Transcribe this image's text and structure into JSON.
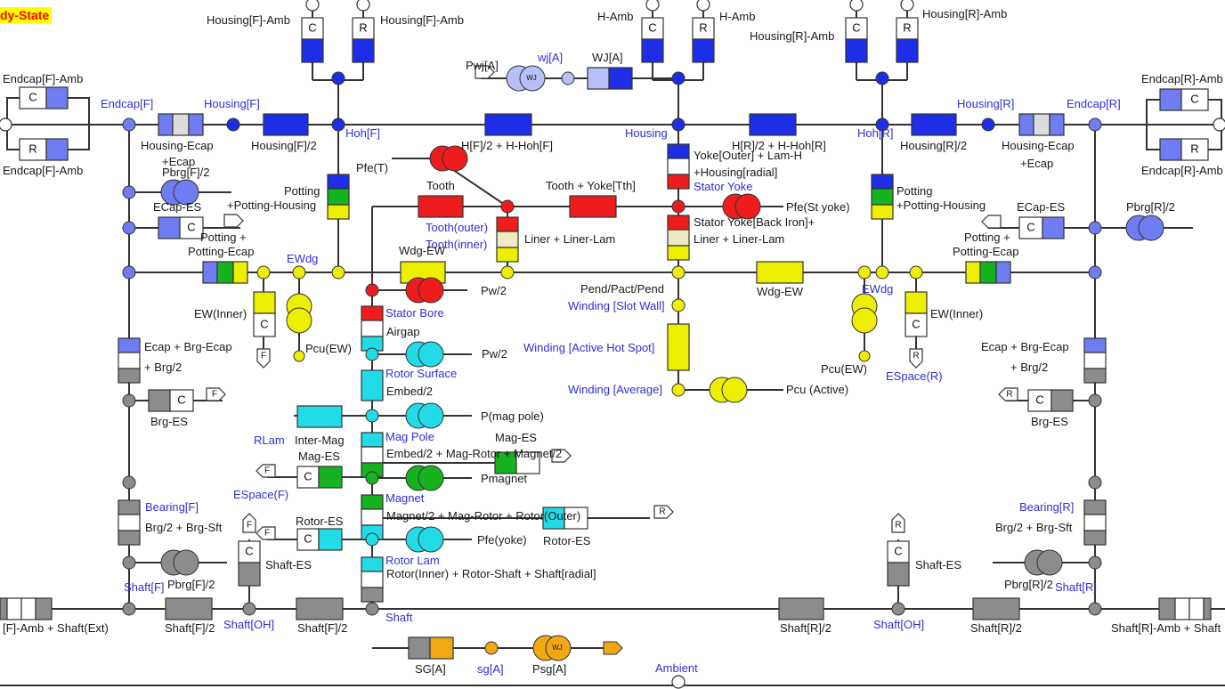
{
  "title": "dy-State",
  "colors": {
    "red": "#ee1c1c",
    "blue": "#1d2ee6",
    "lightblue": "#6f7cf2",
    "pale": "#b8bff6",
    "cyan": "#22dbe6",
    "green": "#16b21f",
    "yellow": "#eeee00",
    "lightyellow": "#efe8c4",
    "grey": "#8c8c8c",
    "lightgrey": "#dcdcdc",
    "orange": "#f2a812"
  },
  "labels": [
    {
      "id": "housing-f-amb-1",
      "text": "Housing[F]-Amb"
    },
    {
      "id": "housing-f-amb-2",
      "text": "Housing[F]-Amb"
    },
    {
      "id": "h-amb-1",
      "text": "H-Amb"
    },
    {
      "id": "h-amb-2",
      "text": "H-Amb"
    },
    {
      "id": "housing-r-amb-1",
      "text": "Housing[R]-Amb"
    },
    {
      "id": "housing-r-amb-2",
      "text": "Housing[R]-Amb"
    },
    {
      "id": "endcap-f-amb-1",
      "text": "Endcap[F]-Amb"
    },
    {
      "id": "endcap-f-amb-2",
      "text": "Endcap[F]-Amb"
    },
    {
      "id": "endcap-r-amb-1",
      "text": "Endcap[R]-Amb"
    },
    {
      "id": "endcap-r-amb-2",
      "text": "Endcap[R]-Amb"
    },
    {
      "id": "pwj-a",
      "text": "Pwj[A]"
    },
    {
      "id": "wj-a-node",
      "text": "wj[A]",
      "node": true
    },
    {
      "id": "wj-a",
      "text": "WJ[A]"
    },
    {
      "id": "endcap-f-node",
      "text": "Endcap[F]",
      "node": true
    },
    {
      "id": "housing-f-node",
      "text": "Housing[F]",
      "node": true
    },
    {
      "id": "housing-r-node",
      "text": "Housing[R]",
      "node": true
    },
    {
      "id": "endcap-r-node",
      "text": "Endcap[R]",
      "node": true
    },
    {
      "id": "housing-ecap-f",
      "text": "Housing-Ecap"
    },
    {
      "id": "ecap-f",
      "text": "+Ecap"
    },
    {
      "id": "housing-f-half",
      "text": "Housing[F]/2"
    },
    {
      "id": "hoh-f",
      "text": "Hoh[F]",
      "node": true
    },
    {
      "id": "hf-hohf",
      "text": "H[F]/2 + H-Hoh[F]"
    },
    {
      "id": "housing-node",
      "text": "Housing",
      "node": true
    },
    {
      "id": "hr-hohr",
      "text": "H[R]/2 + H-Hoh[R]"
    },
    {
      "id": "hoh-r",
      "text": "Hoh[R]",
      "node": true
    },
    {
      "id": "housing-r-half",
      "text": "Housing[R]/2"
    },
    {
      "id": "housing-ecap-r",
      "text": "Housing-Ecap"
    },
    {
      "id": "ecap-r",
      "text": "+Ecap"
    },
    {
      "id": "pbrg-f-half",
      "text": "Pbrg[F]/2"
    },
    {
      "id": "ecap-es-f",
      "text": "ECap-ES"
    },
    {
      "id": "potting-ecap-f-1",
      "text": "Potting +"
    },
    {
      "id": "potting-ecap-f-2",
      "text": "Potting-Ecap"
    },
    {
      "id": "pfe-t",
      "text": "Pfe(T)"
    },
    {
      "id": "potting-f",
      "text": "Potting"
    },
    {
      "id": "potting-housing-f",
      "text": "+Potting-Housing"
    },
    {
      "id": "tooth",
      "text": "Tooth"
    },
    {
      "id": "tooth-yoke",
      "text": "Tooth + Yoke[Tth]"
    },
    {
      "id": "yoke-outer",
      "text": "Yoke[Outer] + Lam-H"
    },
    {
      "id": "housing-radial",
      "text": "+Housing[radial]"
    },
    {
      "id": "stator-yoke",
      "text": "Stator Yoke",
      "node": true
    },
    {
      "id": "pfe-st-yoke",
      "text": "Pfe(St yoke)"
    },
    {
      "id": "tooth-outer",
      "text": "Tooth(outer)",
      "node": true
    },
    {
      "id": "tooth-inner",
      "text": "Tooth(inner)",
      "node": true
    },
    {
      "id": "liner-lam-1",
      "text": "Liner + Liner-Lam"
    },
    {
      "id": "stator-yoke-back",
      "text": "Stator Yoke[Back Iron]+"
    },
    {
      "id": "liner-lam-2",
      "text": "Liner + Liner-Lam"
    },
    {
      "id": "potting-r",
      "text": "Potting"
    },
    {
      "id": "potting-housing-r",
      "text": "+Potting-Housing"
    },
    {
      "id": "ecap-es-r",
      "text": "ECap-ES"
    },
    {
      "id": "pbrg-r-half",
      "text": "Pbrg[R]/2"
    },
    {
      "id": "potting-ecap-r-1",
      "text": "Potting +"
    },
    {
      "id": "potting-ecap-r-2",
      "text": "Potting-Ecap"
    },
    {
      "id": "ewdg-f",
      "text": "EWdg",
      "node": true
    },
    {
      "id": "wdg-ew-f",
      "text": "Wdg-EW"
    },
    {
      "id": "pw-half-1",
      "text": "Pw/2"
    },
    {
      "id": "pend-pact",
      "text": "Pend/Pact/Pend"
    },
    {
      "id": "winding-slot-wall",
      "text": "Winding [Slot Wall]",
      "node": true
    },
    {
      "id": "wdg-ew-r",
      "text": "Wdg-EW"
    },
    {
      "id": "ewdg-r",
      "text": "EWdg",
      "node": true
    },
    {
      "id": "ew-inner-f",
      "text": "EW(Inner)"
    },
    {
      "id": "ew-inner-r",
      "text": "EW(Inner)"
    },
    {
      "id": "stator-bore",
      "text": "Stator Bore",
      "node": true
    },
    {
      "id": "airgap",
      "text": "Airgap"
    },
    {
      "id": "pcu-ew-f",
      "text": "Pcu(EW)"
    },
    {
      "id": "pw-half-2",
      "text": "Pw/2"
    },
    {
      "id": "winding-hot-spot",
      "text": "Winding [Active Hot Spot]",
      "node": true
    },
    {
      "id": "pcu-ew-r",
      "text": "Pcu(EW)"
    },
    {
      "id": "espace-r-top",
      "text": "ESpace(R)",
      "node": true
    },
    {
      "id": "ecap-brg-ecap-f",
      "text": "Ecap + Brg-Ecap"
    },
    {
      "id": "brg-half-f",
      "text": "+ Brg/2"
    },
    {
      "id": "ecap-brg-ecap-r",
      "text": "Ecap + Brg-Ecap"
    },
    {
      "id": "brg-half-r",
      "text": "+ Brg/2"
    },
    {
      "id": "rotor-surface",
      "text": "Rotor Surface",
      "node": true
    },
    {
      "id": "embed-half",
      "text": "Embed/2"
    },
    {
      "id": "winding-average",
      "text": "Winding [Average]",
      "node": true
    },
    {
      "id": "pcu-active",
      "text": "Pcu (Active)"
    },
    {
      "id": "brg-es-f",
      "text": "Brg-ES"
    },
    {
      "id": "brg-es-r",
      "text": "Brg-ES"
    },
    {
      "id": "p-mag-pole",
      "text": "P(mag pole)"
    },
    {
      "id": "rlam",
      "text": "RLam",
      "node": true
    },
    {
      "id": "inter-mag",
      "text": "Inter-Mag"
    },
    {
      "id": "mag-pole",
      "text": "Mag Pole",
      "node": true
    },
    {
      "id": "mag-es-r",
      "text": "Mag-ES"
    },
    {
      "id": "mag-es-f",
      "text": "Mag-ES"
    },
    {
      "id": "embed-mag-rotor",
      "text": "Embed/2 + Mag-Rotor + Magnet/2"
    },
    {
      "id": "espace-f",
      "text": "ESpace(F)",
      "node": true
    },
    {
      "id": "pmagnet",
      "text": "Pmagnet"
    },
    {
      "id": "magnet",
      "text": "Magnet",
      "node": true
    },
    {
      "id": "bearing-f",
      "text": "Bearing[F]",
      "node": true
    },
    {
      "id": "brg-sft-f",
      "text": "Brg/2 + Brg-Sft"
    },
    {
      "id": "bearing-r",
      "text": "Bearing[R]",
      "node": true
    },
    {
      "id": "brg-sft-r",
      "text": "Brg/2 + Brg-Sft"
    },
    {
      "id": "rotor-es-f",
      "text": "Rotor-ES"
    },
    {
      "id": "magnet-rotor-outer",
      "text": "Magnet/2 + Mag-Rotor + Rotor(Outer)"
    },
    {
      "id": "rotor-es-r",
      "text": "Rotor-ES"
    },
    {
      "id": "pfe-yoke",
      "text": "Pfe(yoke)"
    },
    {
      "id": "shaft-es-f",
      "text": "Shaft-ES"
    },
    {
      "id": "shaft-es-r",
      "text": "Shaft-ES"
    },
    {
      "id": "rotor-lam",
      "text": "Rotor Lam",
      "node": true
    },
    {
      "id": "rotor-inner-shaft",
      "text": "Rotor(Inner) + Rotor-Shaft + Shaft[radial]"
    },
    {
      "id": "shaft-f-node",
      "text": "Shaft[F]",
      "node": true
    },
    {
      "id": "pbrg-f-half-2",
      "text": "Pbrg[F]/2"
    },
    {
      "id": "pbrg-r-half-2",
      "text": "Pbrg[R]/2"
    },
    {
      "id": "shaft-r-node",
      "text": "Shaft[R]",
      "node": true
    },
    {
      "id": "shaft-node",
      "text": "Shaft",
      "node": true
    },
    {
      "id": "f-amb-shaft-ext",
      "text": "[F]-Amb + Shaft(Ext)"
    },
    {
      "id": "shaft-f-half-1",
      "text": "Shaft[F]/2"
    },
    {
      "id": "shaft-oh-f",
      "text": "Shaft[OH]",
      "node": true
    },
    {
      "id": "shaft-f-half-2",
      "text": "Shaft[F]/2"
    },
    {
      "id": "shaft-r-half-1",
      "text": "Shaft[R]/2"
    },
    {
      "id": "shaft-oh-r",
      "text": "Shaft[OH]",
      "node": true
    },
    {
      "id": "shaft-r-half-2",
      "text": "Shaft[R]/2"
    },
    {
      "id": "r-amb-shaft",
      "text": "Shaft[R]-Amb + Shaft"
    },
    {
      "id": "sg-a",
      "text": "SG[A]"
    },
    {
      "id": "sg-a-node",
      "text": "sg[A]",
      "node": true
    },
    {
      "id": "psg-a",
      "text": "Psg[A]"
    },
    {
      "id": "ambient",
      "text": "Ambient",
      "node": true
    }
  ],
  "badges": {
    "c": "C",
    "r": "R",
    "f": "F",
    "wj": "WJ"
  }
}
